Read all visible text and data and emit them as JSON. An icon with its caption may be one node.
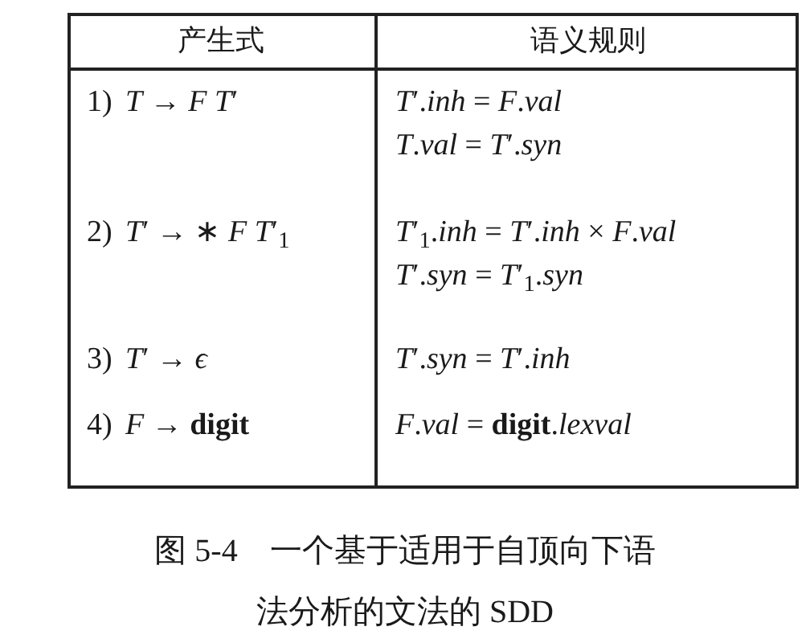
{
  "diagram": {
    "caption": "图 5-4　一个基于适用于自顶向下语法分析的文法的 SDD",
    "labels": [
      "产生式",
      "语义规则",
      "1)",
      "*T* → *F* *T*′",
      "*T*′.*inh* = *F*.*val*",
      "*T*.*val* = *T*′.*syn*",
      "2)",
      "*T*′ → ∗ *F* *T*′$_{1}$",
      "*T*′$_{1}$.*inh* = *T*′.*inh* × *F*.*val*",
      "*T*′.*syn* = *T*′$_{1}$.*syn*",
      "3)",
      "*T*′ → *ϵ*",
      "*T*′.*syn* = *T*′.*inh*",
      "4)",
      "*F* → **digit**",
      "*F*.*val* = **digit**.*lexval*"
    ]
  }
}
